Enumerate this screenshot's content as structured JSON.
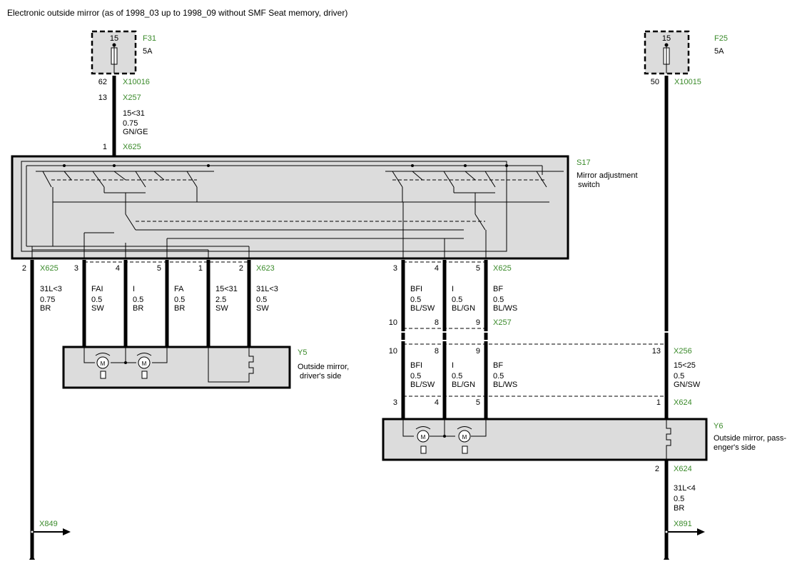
{
  "title": "Electronic outside mirror (as of 1998_03 up to 1998_09 without SMF Seat memory, driver)",
  "fuse_left": {
    "id": "F31",
    "terminal": "15",
    "rating": "5A"
  },
  "fuse_right": {
    "id": "F25",
    "terminal": "15",
    "rating": "5A"
  },
  "left_feed": {
    "pin_a": "62",
    "conn_a": "X10016",
    "pin_b": "13",
    "conn_b": "X257",
    "signal": "15<31",
    "size": "0.75",
    "color": "GN/GE",
    "pin_c": "1",
    "conn_c": "X625"
  },
  "right_feed": {
    "pin": "50",
    "conn": "X10015"
  },
  "switch": {
    "id": "S17",
    "name_line1": "Mirror adjustment",
    "name_line2": "switch"
  },
  "driver_wires": [
    {
      "pin": "2",
      "signal": "31L<3",
      "size": "0.75",
      "color": "BR"
    },
    {
      "pin": "3",
      "signal": "FAI",
      "size": "0.5",
      "color": "SW"
    },
    {
      "pin": "4",
      "signal": "I",
      "size": "0.5",
      "color": "BR"
    },
    {
      "pin": "5",
      "signal": "FA",
      "size": "0.5",
      "color": "BR"
    },
    {
      "pin": "1",
      "signal": "15<31",
      "size": "2.5",
      "color": "SW"
    },
    {
      "pin": "2",
      "signal": "31L<3",
      "size": "0.5",
      "color": "SW"
    }
  ],
  "driver_conn_a": "X625",
  "driver_conn_b": "X623",
  "mirror_driver": {
    "id": "Y5",
    "name_line1": "Outside mirror,",
    "name_line2": "driver's side",
    "motor_label": "M"
  },
  "passenger_wires_top": [
    {
      "pin": "3",
      "signal": "BFI",
      "size": "0.5",
      "color": "BL/SW"
    },
    {
      "pin": "4",
      "signal": "I",
      "size": "0.5",
      "color": "BL/GN"
    },
    {
      "pin": "5",
      "signal": "BF",
      "size": "0.5",
      "color": "BL/WS"
    }
  ],
  "passenger_conn_top": "X625",
  "x257_pins": [
    "10",
    "8",
    "9"
  ],
  "x257_conn": "X257",
  "x256_pins": [
    "10",
    "8",
    "9",
    "13"
  ],
  "x256_conn": "X256",
  "passenger_wires_mid": [
    {
      "signal": "BFI",
      "size": "0.5",
      "color": "BL/SW"
    },
    {
      "signal": "I",
      "size": "0.5",
      "color": "BL/GN"
    },
    {
      "signal": "BF",
      "size": "0.5",
      "color": "BL/WS"
    },
    {
      "signal": "15<25",
      "size": "0.5",
      "color": "GN/SW"
    }
  ],
  "x624_pins": [
    "3",
    "4",
    "5",
    "1"
  ],
  "x624_conn": "X624",
  "mirror_passenger": {
    "id": "Y6",
    "name_line1": "Outside mirror, pass-",
    "name_line2": "enger's side",
    "motor_label": "M"
  },
  "passenger_ground": {
    "pin": "2",
    "conn": "X624",
    "signal": "31L<4",
    "size": "0.5",
    "color": "BR"
  },
  "ground_left": "X849",
  "ground_right": "X891"
}
